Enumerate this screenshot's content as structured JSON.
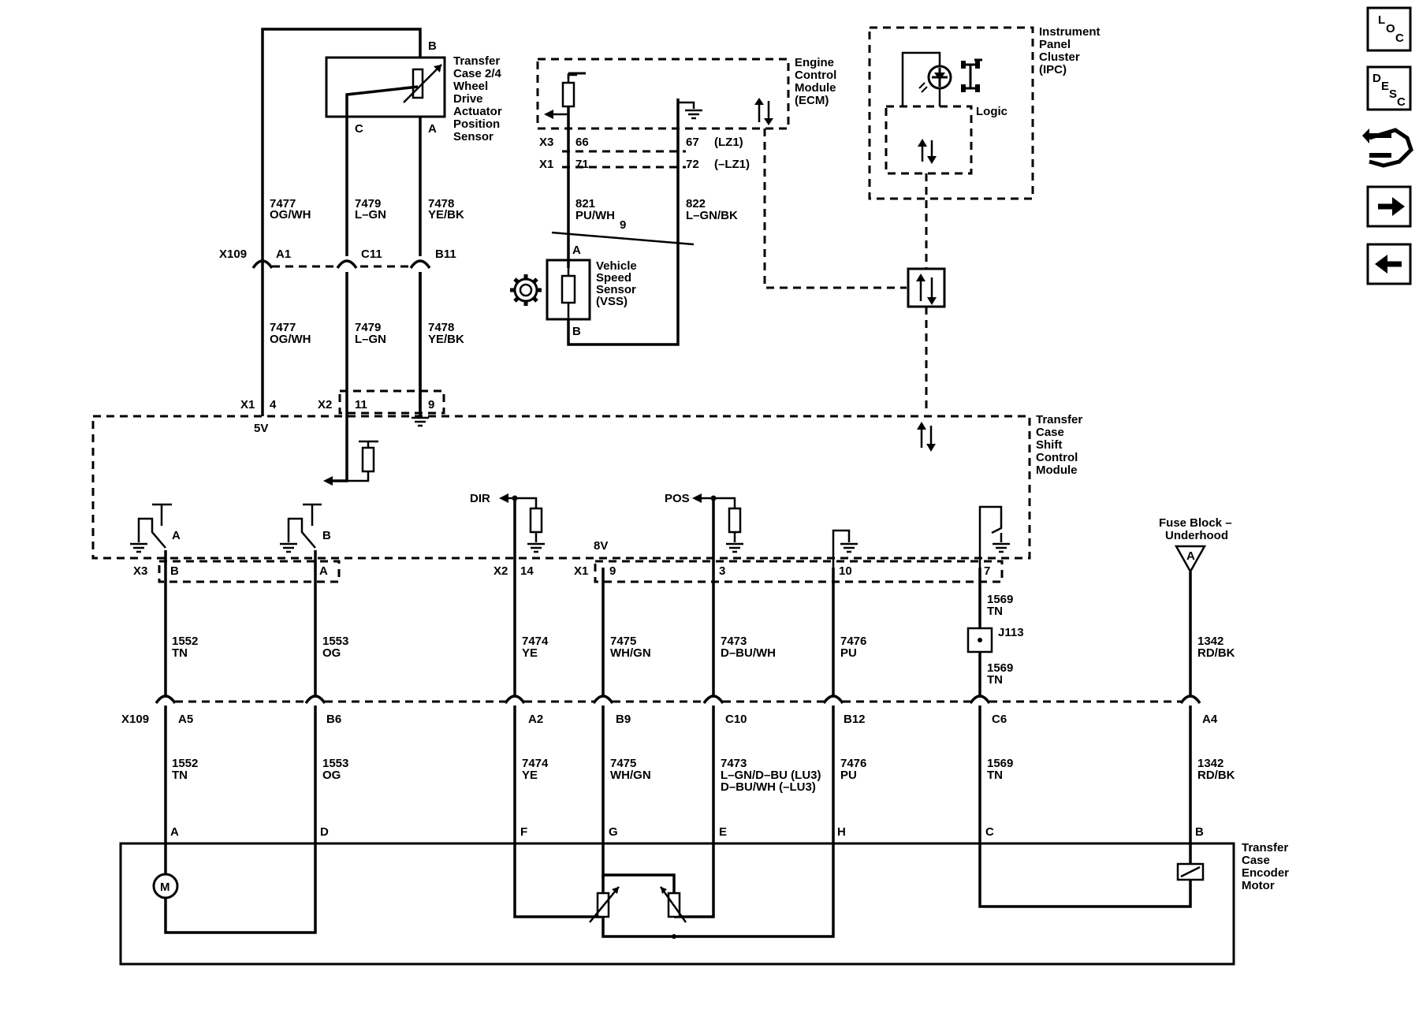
{
  "nav": {
    "loc": [
      "L",
      "O",
      "C"
    ],
    "desc": [
      "D",
      "E",
      "S",
      "C"
    ]
  },
  "components": {
    "tc_sensor": [
      "Transfer",
      "Case 2/4",
      "Wheel",
      "Drive",
      "Actuator",
      "Position",
      "Sensor"
    ],
    "ecm": [
      "Engine",
      "Control",
      "Module",
      "(ECM)"
    ],
    "ipc": [
      "Instrument",
      "Panel",
      "Cluster",
      "(IPC)"
    ],
    "ipc_logic": "Logic",
    "vss": [
      "Vehicle",
      "Speed",
      "Sensor",
      "(VSS)"
    ],
    "tcscm": [
      "Transfer",
      "Case",
      "Shift",
      "Control",
      "Module"
    ],
    "fuse_block": [
      "Fuse Block –",
      "Underhood"
    ],
    "fuse_pin": "A",
    "encoder_motor": [
      "Transfer",
      "Case",
      "Encoder",
      "Motor"
    ],
    "motor_symbol": "M"
  },
  "sensor_pins": {
    "b": "B",
    "c": "C",
    "a": "A"
  },
  "ecm_conn": {
    "x3": "X3",
    "p66": "66",
    "p67": "67",
    "lz1": "(LZ1)",
    "x1": "X1",
    "p71": "71",
    "p72": "72",
    "nlz1": "(–LZ1)"
  },
  "vss_wires": {
    "w821_num": "821",
    "w821_col": "PU/WH",
    "w822_num": "822",
    "w822_col": "L–GN/BK",
    "splice": "9",
    "pin_a": "A",
    "pin_b": "B"
  },
  "upper_wires": {
    "w7477": [
      "7477",
      "OG/WH"
    ],
    "w7479": [
      "7479",
      "L–GN"
    ],
    "w7478": [
      "7478",
      "YE/BK"
    ]
  },
  "x109_upper": {
    "conn": "X109",
    "a1": "A1",
    "c11": "C11",
    "b11": "B11"
  },
  "tcscm_top": {
    "x1": "X1",
    "p4": "4",
    "v5": "5V",
    "x2": "X2",
    "p11": "11",
    "p9": "9"
  },
  "switches": {
    "a": "A",
    "b": "B",
    "dir": "DIR",
    "pos": "POS",
    "v8": "8V"
  },
  "tcscm_bottom": {
    "x3": "X3",
    "pb": "B",
    "pa": "A",
    "x2": "X2",
    "p14": "14",
    "x1": "X1",
    "p9": "9",
    "p3": "3",
    "p10": "10",
    "p7": "7"
  },
  "mid_wires": {
    "w1552": [
      "1552",
      "TN"
    ],
    "w1553": [
      "1553",
      "OG"
    ],
    "w7474": [
      "7474",
      "YE"
    ],
    "w7475": [
      "7475",
      "WH/GN"
    ],
    "w7473": [
      "7473",
      "D–BU/WH"
    ],
    "w7476": [
      "7476",
      "PU"
    ],
    "w1569a": [
      "1569",
      "TN"
    ],
    "w1569b": [
      "1569",
      "TN"
    ],
    "w1342": [
      "1342",
      "RD/BK"
    ],
    "j113": "J113"
  },
  "x109_lower": {
    "conn": "X109",
    "a5": "A5",
    "b6": "B6",
    "a2": "A2",
    "b9": "B9",
    "c10": "C10",
    "b12": "B12",
    "c6": "C6",
    "a4": "A4"
  },
  "low_wires": {
    "w1552": [
      "1552",
      "TN"
    ],
    "w1553": [
      "1553",
      "OG"
    ],
    "w7474": [
      "7474",
      "YE"
    ],
    "w7475": [
      "7475",
      "WH/GN"
    ],
    "w7473": [
      "7473",
      "L–GN/D–BU (LU3)",
      "D–BU/WH (–LU3)"
    ],
    "w7476": [
      "7476",
      "PU"
    ],
    "w1569": [
      "1569",
      "TN"
    ],
    "w1342": [
      "1342",
      "RD/BK"
    ]
  },
  "motor_pins": {
    "a": "A",
    "d": "D",
    "f": "F",
    "g": "G",
    "e": "E",
    "h": "H",
    "c": "C",
    "b": "B"
  }
}
